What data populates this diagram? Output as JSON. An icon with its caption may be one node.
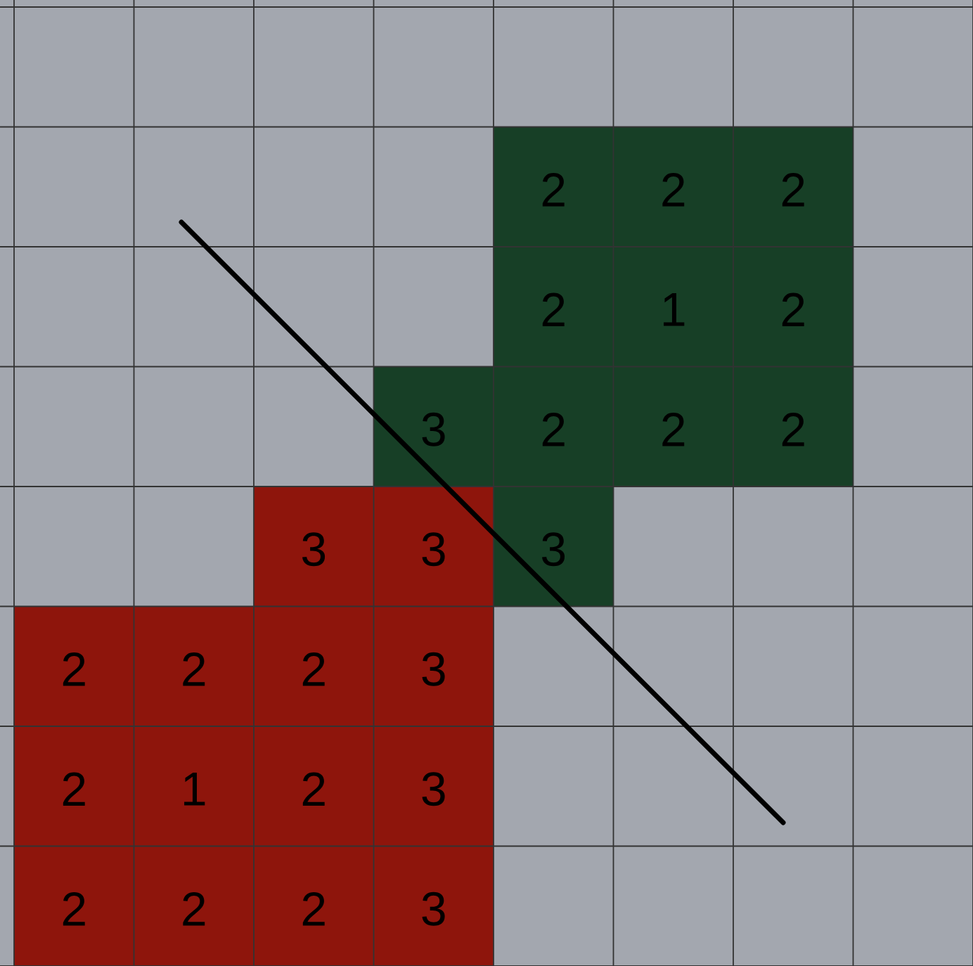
{
  "diagram": {
    "labels": [
      "2",
      "2",
      "2",
      "2",
      "1",
      "2",
      "3",
      "2",
      "2",
      "2",
      "3",
      "3",
      "3",
      "2",
      "2",
      "2",
      "3",
      "2",
      "1",
      "2",
      "3",
      "2",
      "2",
      "2",
      "3"
    ]
  }
}
